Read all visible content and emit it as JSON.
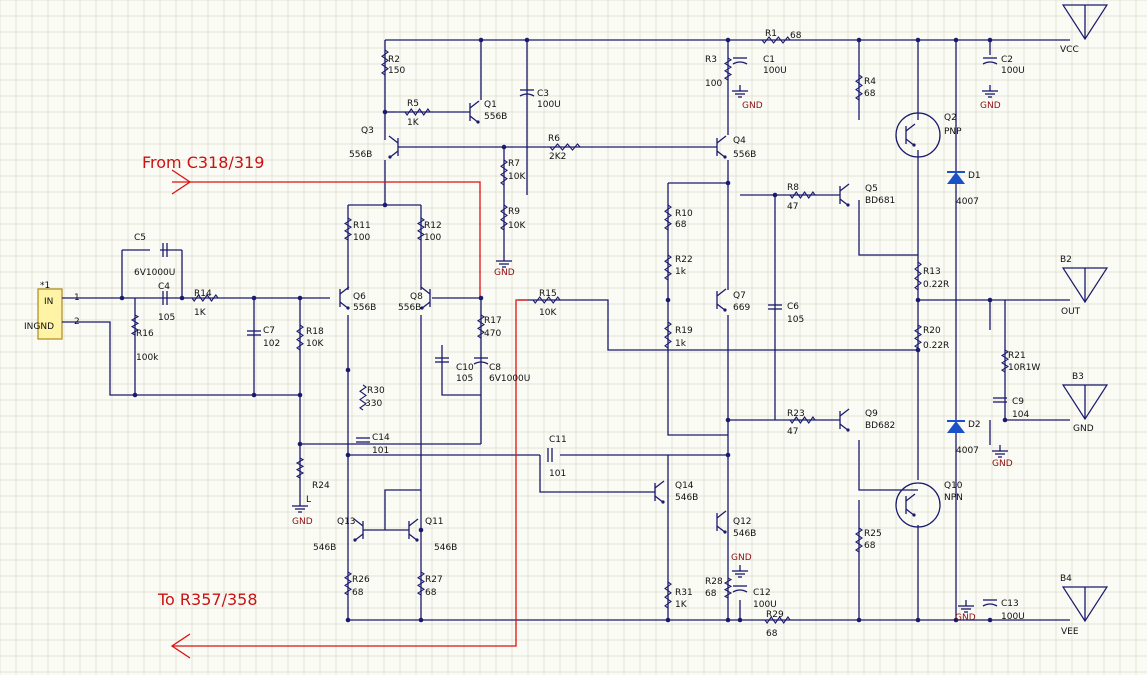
{
  "annotations": {
    "from_label": "From C318/319",
    "to_label": "To R357/358"
  },
  "connector": {
    "ref": "*1",
    "pin_in": "IN",
    "pin_ingnd": "INGND",
    "pin1": "1",
    "pin2": "2"
  },
  "rails": {
    "vcc": "VCC",
    "vee": "VEE",
    "out": "OUT",
    "gnd": "GND",
    "b2": "B2",
    "b3": "B3",
    "b4": "B4"
  },
  "labels": [
    "R1",
    "68",
    "R2",
    "150",
    "R3",
    "100",
    "R4",
    "68",
    "R5",
    "1K",
    "R6",
    "2K2",
    "R7",
    "10K",
    "R8",
    "47",
    "R9",
    "10K",
    "R10",
    "68",
    "R11",
    "100",
    "R12",
    "100",
    "R13",
    "0.22R",
    "R14",
    "1K",
    "R15",
    "10K",
    "R16",
    "100k",
    "R17",
    "470",
    "R18",
    "10K",
    "R19",
    "1k",
    "R20",
    "0.22R",
    "R21",
    "10R1W",
    "R22",
    "1k",
    "R23",
    "47",
    "R24",
    "L",
    "R25",
    "68",
    "R26",
    "68",
    "R27",
    "68",
    "R28",
    "68",
    "R29",
    "68",
    "R30",
    "330",
    "R31",
    "1K",
    "C1",
    "100U",
    "C2",
    "100U",
    "C3",
    "100U",
    "C4",
    "105",
    "C5",
    "6V1000U",
    "C6",
    "105",
    "C7",
    "102",
    "C8",
    "6V1000U",
    "C9",
    "104",
    "C10",
    "105",
    "C11",
    "101",
    "C12",
    "100U",
    "C13",
    "100U",
    "C14",
    "101",
    "Q1",
    "556B",
    "Q2",
    "PNP",
    "Q3",
    "556B",
    "Q4",
    "556B",
    "Q5",
    "BD681",
    "Q6",
    "556B",
    "Q7",
    "669",
    "Q8",
    "556B",
    "Q9",
    "BD682",
    "Q10",
    "NPN",
    "Q11",
    "546B",
    "Q12",
    "546B",
    "Q13",
    "546B",
    "Q14",
    "546B",
    "D1",
    "4007",
    "D2",
    "4007",
    "GND"
  ]
}
